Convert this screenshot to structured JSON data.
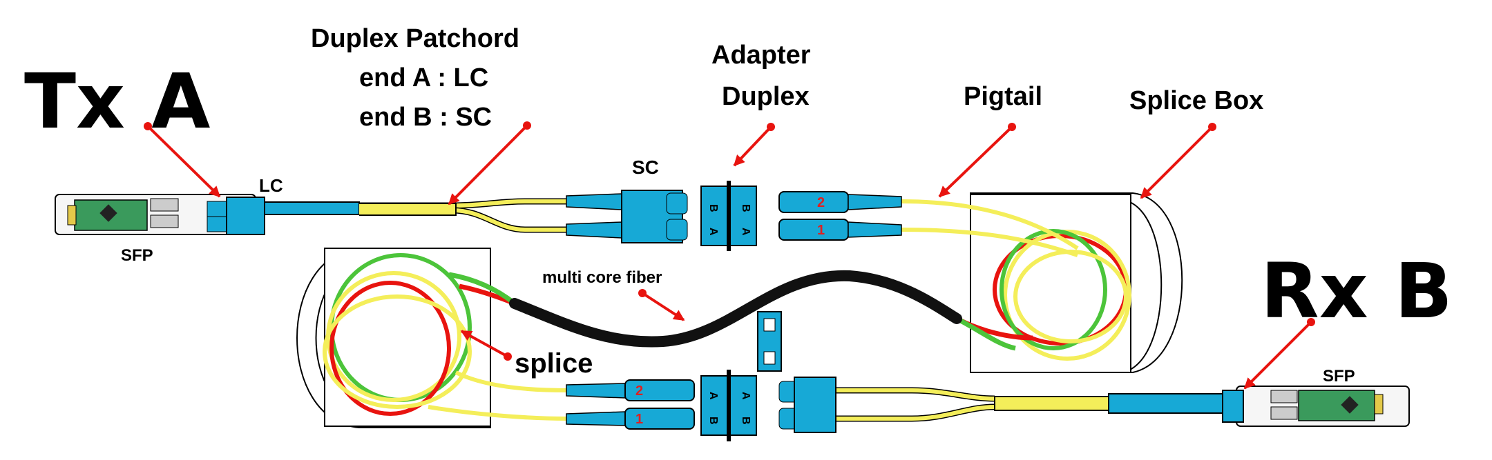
{
  "title": {
    "tx": "Tx A",
    "rx": "Rx B"
  },
  "labels": {
    "patchcord_line1": "Duplex Patchord",
    "patchcord_line2": "end A : LC",
    "patchcord_line3": "end B : SC",
    "adapter_line1": "Adapter",
    "adapter_line2": "Duplex",
    "pigtail": "Pigtail",
    "splice_box": "Splice Box",
    "lc": "LC",
    "sc": "SC",
    "sfp_left": "SFP",
    "sfp_right": "SFP",
    "multi_core": "multi core fiber",
    "splice": "splice"
  },
  "connector_numbers": {
    "top_2": "2",
    "top_1": "1",
    "bottom_2": "2",
    "bottom_1": "1"
  },
  "adapter_marks": {
    "a": "A",
    "b": "B"
  },
  "colors": {
    "connector": "#17a9d6",
    "connector_dark": "#0b6f93",
    "fiber_yellow": "#f4ee5a",
    "fiber_red": "#e8140f",
    "fiber_green": "#4cc43a",
    "cable_black": "#111111",
    "arrow": "#e8140f",
    "sfp_board": "#3a9a5c"
  }
}
